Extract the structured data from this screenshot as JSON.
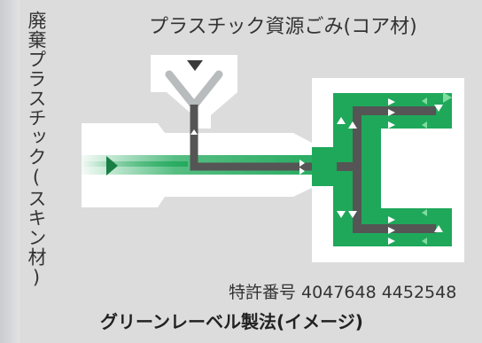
{
  "top_title": "プラスチック資源ごみ(コア材)",
  "vertical_label": "廃棄プラスチック(スキン材)",
  "patent_text": "特許番号 4047648 4452548",
  "bottom_caption": "グリーンレーベル製法(イメージ)",
  "colors": {
    "skin_green": "#1fa85a",
    "core_gray": "#555555",
    "mold_white": "#ffffff",
    "background": "#dcdcdc"
  },
  "icons": [
    "inlet-arrow-icon",
    "flow-arrow-icon"
  ]
}
